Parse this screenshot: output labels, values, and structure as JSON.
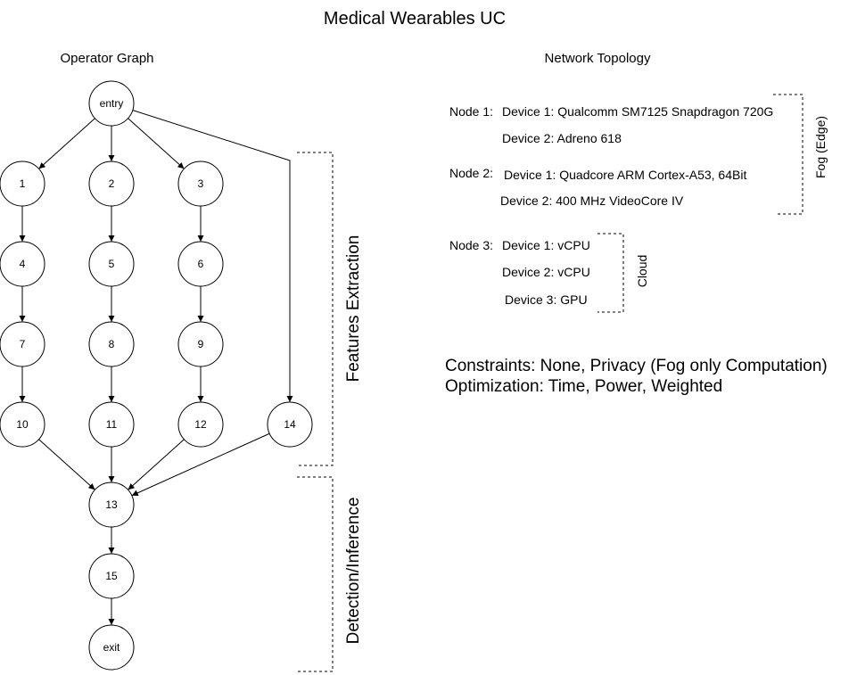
{
  "title": "Medical Wearables UC",
  "operator_graph": {
    "label": "Operator Graph",
    "nodes": {
      "entry": "entry",
      "n1": "1",
      "n2": "2",
      "n3": "3",
      "n4": "4",
      "n5": "5",
      "n6": "6",
      "n7": "7",
      "n8": "8",
      "n9": "9",
      "n10": "10",
      "n11": "11",
      "n12": "12",
      "n14": "14",
      "n13": "13",
      "n15": "15",
      "exit": "exit"
    },
    "edges": [
      [
        "entry",
        "n1"
      ],
      [
        "entry",
        "n2"
      ],
      [
        "entry",
        "n3"
      ],
      [
        "entry",
        "n14"
      ],
      [
        "n1",
        "n4"
      ],
      [
        "n4",
        "n7"
      ],
      [
        "n7",
        "n10"
      ],
      [
        "n2",
        "n5"
      ],
      [
        "n5",
        "n8"
      ],
      [
        "n8",
        "n11"
      ],
      [
        "n3",
        "n6"
      ],
      [
        "n6",
        "n9"
      ],
      [
        "n9",
        "n12"
      ],
      [
        "n10",
        "n13"
      ],
      [
        "n11",
        "n13"
      ],
      [
        "n12",
        "n13"
      ],
      [
        "n14",
        "n13"
      ],
      [
        "n13",
        "n15"
      ],
      [
        "n15",
        "exit"
      ]
    ],
    "groups": {
      "features": "Features Extraction",
      "detection": "Detection/Inference"
    }
  },
  "network_topology": {
    "label": "Network Topology",
    "node1": {
      "label": "Node 1:",
      "device1": "Device 1: Qualcomm SM7125 Snapdragon 720G",
      "device2": "Device 2: Adreno 618"
    },
    "node2": {
      "label": "Node 2:",
      "device1": "Device 1: Quadcore ARM Cortex-A53, 64Bit",
      "device2": "Device 2: 400 MHz VideoCore IV"
    },
    "node3": {
      "label": "Node 3:",
      "device1": "Device 1: vCPU",
      "device2": "Device 2: vCPU",
      "device3": "Device 3: GPU"
    },
    "fog_label": "Fog (Edge)",
    "cloud_label": "Cloud"
  },
  "constraints": "Constraints: None, Privacy (Fog only Computation)",
  "optimization": "Optimization: Time, Power, Weighted"
}
